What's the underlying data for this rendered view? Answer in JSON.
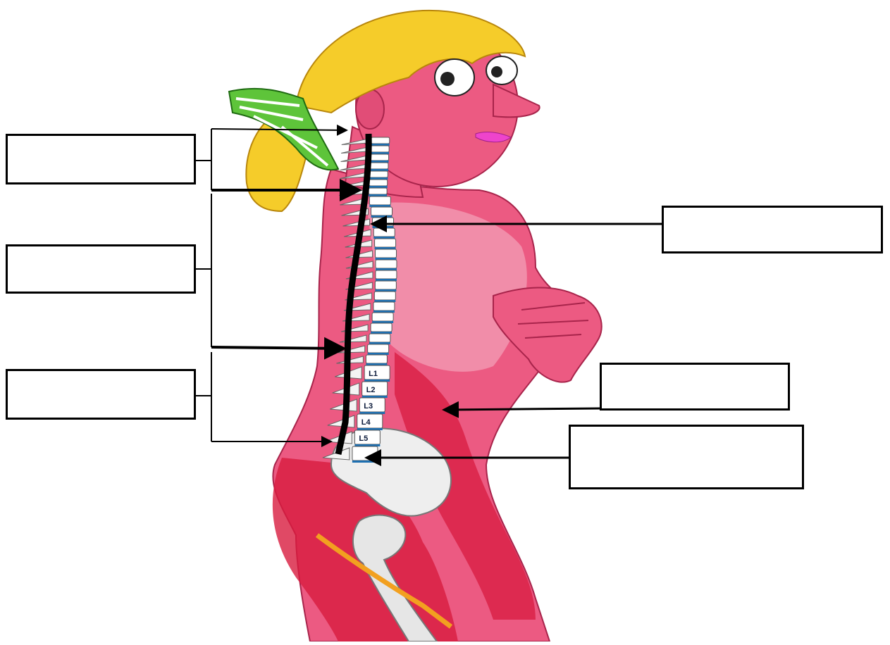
{
  "diagram": {
    "lumbar_vertebra_labels": [
      "L1",
      "L2",
      "L3",
      "L4",
      "L5"
    ],
    "label_boxes": [
      {
        "id": "left-1",
        "text": ""
      },
      {
        "id": "left-2",
        "text": ""
      },
      {
        "id": "left-3",
        "text": ""
      },
      {
        "id": "right-1",
        "text": ""
      },
      {
        "id": "right-2",
        "text": ""
      },
      {
        "id": "right-3",
        "text": ""
      }
    ],
    "colors": {
      "skin": "#e8456f",
      "skin_light": "#f2a3bb",
      "muscle": "#d81b3f",
      "hair": "#f5cc2a",
      "ribbon": "#5ec43a",
      "vertebra": "#ffffff",
      "disc": "#1e6fb0",
      "spinal_cord": "#000000",
      "lips": "#ee44cc"
    }
  }
}
